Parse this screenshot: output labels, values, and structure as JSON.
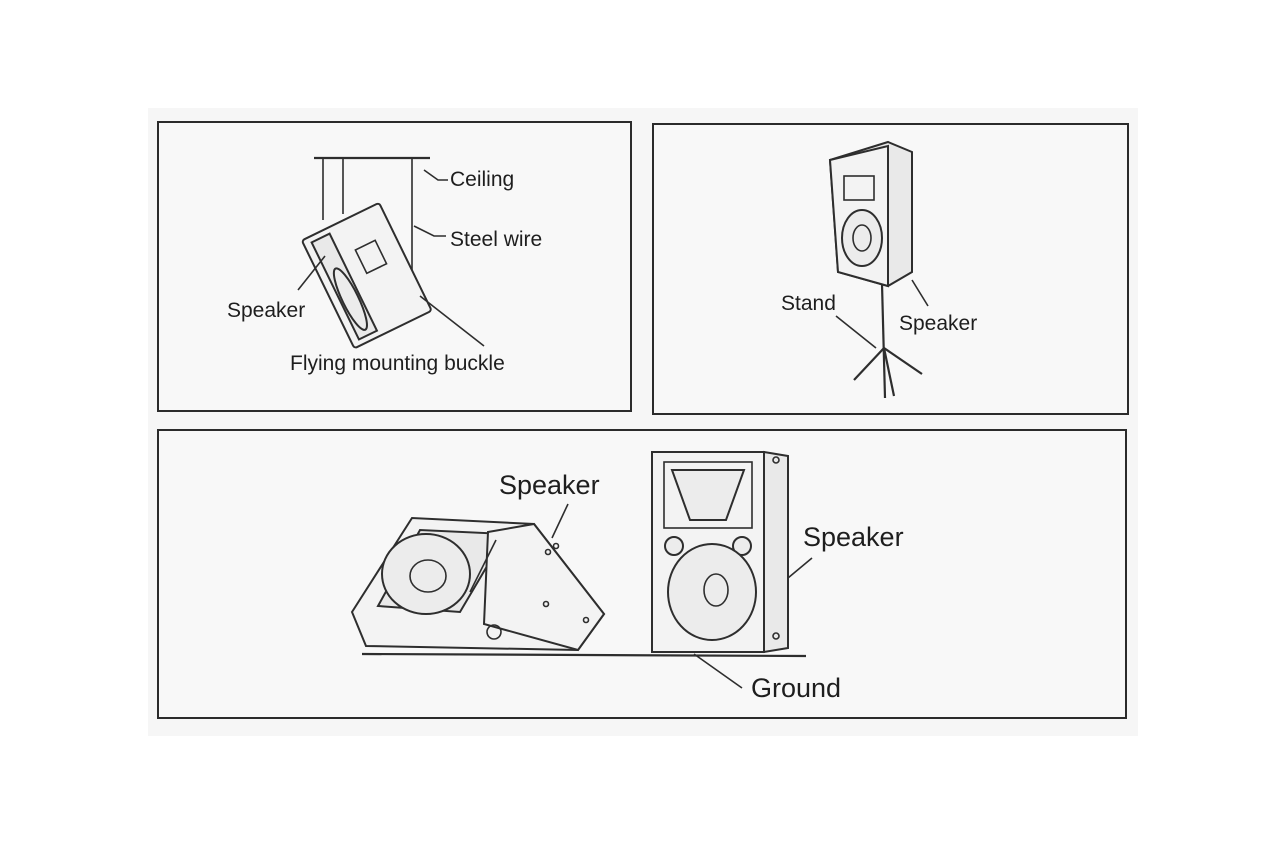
{
  "panels": {
    "ceiling_mount": {
      "labels": {
        "ceiling": "Ceiling",
        "steel_wire": "Steel wire",
        "speaker": "Speaker",
        "buckle": "Flying mounting buckle"
      }
    },
    "stand_mount": {
      "labels": {
        "stand": "Stand",
        "speaker": "Speaker"
      }
    },
    "ground_placement": {
      "labels": {
        "speaker_monitor": "Speaker",
        "speaker_upright": "Speaker",
        "ground": "Ground"
      }
    }
  }
}
